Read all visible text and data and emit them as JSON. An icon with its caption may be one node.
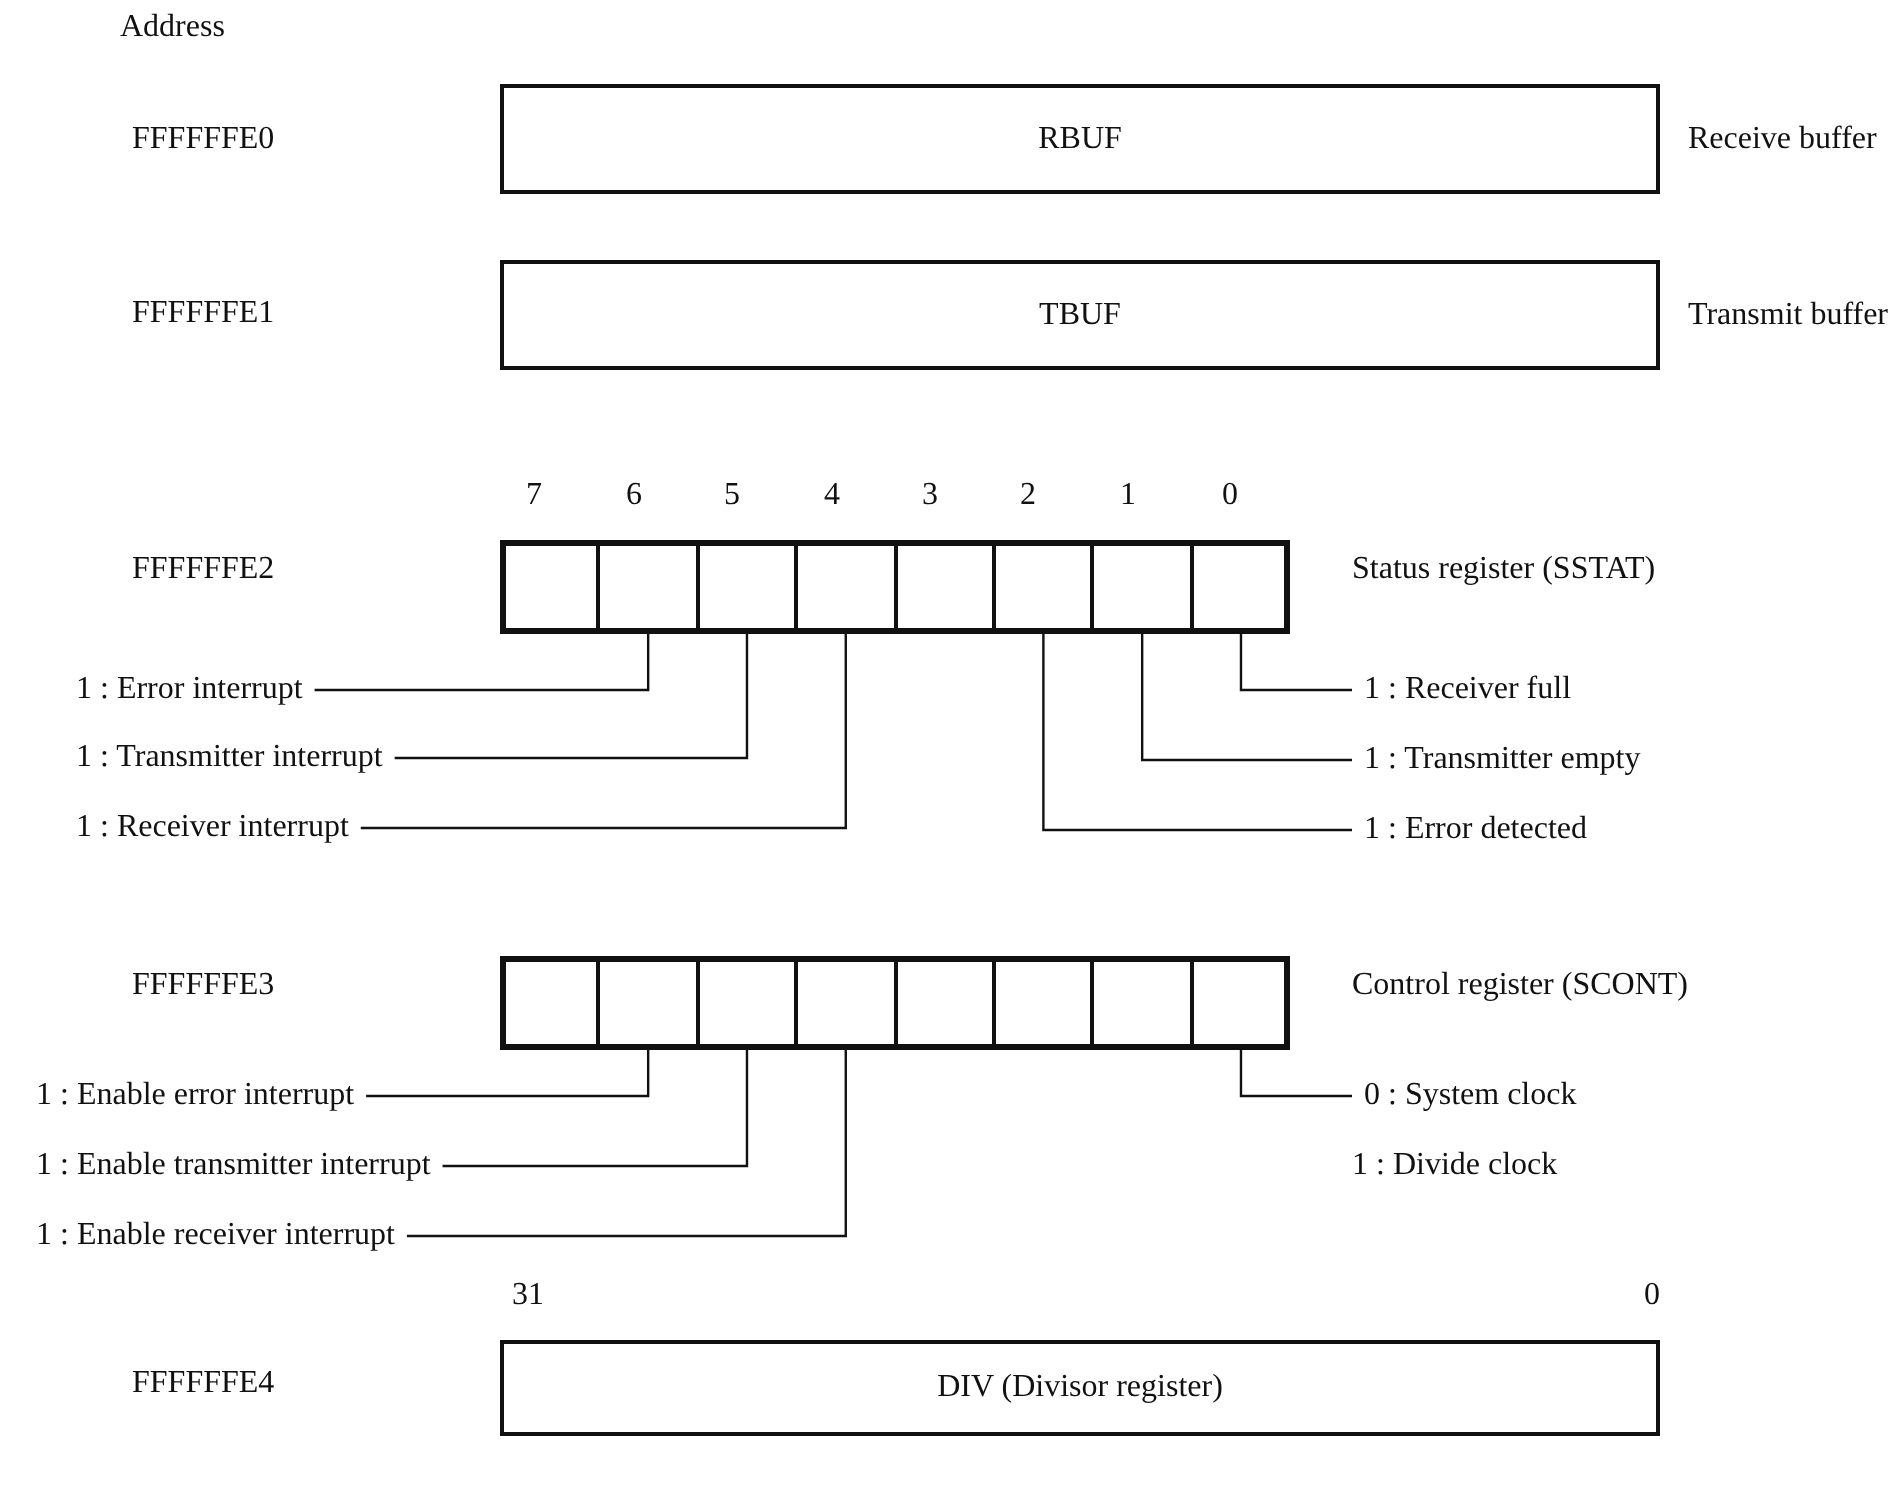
{
  "diagram": {
    "nodes": [
      {
        "text": [
          "RBUF"
        ],
        "beside": [
          "Receive buffer"
        ]
      },
      {
        "text": [
          "TBUF"
        ],
        "beside": [
          "Transmit buffer"
        ]
      },
      {
        "text": [],
        "shape": "box"
      },
      {
        "text": [],
        "shape": "box"
      },
      {
        "text": [],
        "shape": "box"
      },
      {
        "text": [],
        "shape": "box"
      },
      {
        "text": [],
        "shape": "box"
      },
      {
        "text": [],
        "shape": "box"
      },
      {
        "text": [],
        "shape": "box"
      },
      {
        "text": [],
        "shape": "box"
      },
      {
        "text": [
          "1 : Error interrupt"
        ]
      },
      {
        "text": [
          "1 : Receiver full"
        ]
      },
      {
        "text": [
          "1 : Transmitter interrupt"
        ]
      },
      {
        "text": [
          "1 : Transmitter empty"
        ]
      },
      {
        "text": [
          "1 : Receiver interrupt"
        ]
      },
      {
        "text": [
          "1 : Error detected"
        ]
      },
      {
        "text": [],
        "shape": "box"
      },
      {
        "text": [],
        "shape": "box"
      },
      {
        "text": [],
        "shape": "box"
      },
      {
        "text": [],
        "shape": "box"
      },
      {
        "text": [],
        "shape": "box"
      },
      {
        "text": [],
        "shape": "box"
      },
      {
        "text": [],
        "shape": "box"
      },
      {
        "text": [],
        "shape": "box"
      },
      {
        "text": [
          "1 : Enable error interrupt"
        ]
      },
      {
        "text": [
          "0 : System clock"
        ]
      },
      {
        "text": [
          "1 : Enable transmitter interrupt"
        ]
      },
      {
        "text": [
          "1 : Enable receiver interrupt"
        ]
      },
      {
        "text": [
          "DIV (Divisor register)"
        ]
      }
    ],
    "edges": [
      {
        "from": 10,
        "to": 3,
        "arrow": "none"
      },
      {
        "from": 11,
        "to": 9,
        "arrow": "none"
      },
      {
        "from": 12,
        "to": 4,
        "arrow": "none"
      },
      {
        "from": 13,
        "to": 8,
        "arrow": "none"
      },
      {
        "from": 14,
        "to": 5,
        "arrow": "none"
      },
      {
        "from": 15,
        "to": 7,
        "arrow": "none"
      },
      {
        "from": 24,
        "to": 17,
        "arrow": "none"
      },
      {
        "from": 25,
        "to": 23,
        "arrow": "none"
      },
      {
        "from": 26,
        "to": 18,
        "arrow": "none"
      },
      {
        "from": 27,
        "to": 19,
        "arrow": "none"
      }
    ],
    "labels": [
      "Address",
      "FFFFFFE0",
      "FFFFFFE1",
      "7",
      "6",
      "5",
      "4",
      "3",
      "2",
      "1",
      "0",
      "FFFFFFE2",
      "Status register (SSTAT)",
      "FFFFFFE3",
      "Control register (SCONT)",
      "1 : Divide clock",
      "31",
      "0",
      "FFFFFFE4"
    ]
  }
}
